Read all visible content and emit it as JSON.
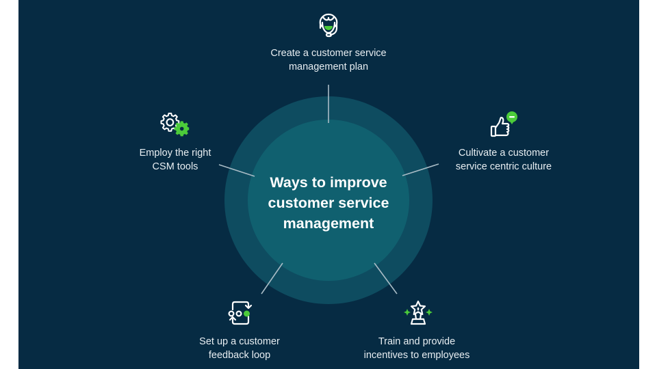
{
  "colors": {
    "background": "#062b43",
    "outer_ring": "#0e4c60",
    "inner_circle": "#10606f",
    "accent_green": "#4ccb3a",
    "line": "#a9bcc6",
    "text": "#e8eef2"
  },
  "center": {
    "title_line1": "Ways to improve",
    "title_line2": "customer service",
    "title_line3": "management"
  },
  "items": [
    {
      "id": "plan",
      "icon": "headset-agent-icon",
      "line1": "Create a customer service",
      "line2": "management plan"
    },
    {
      "id": "culture",
      "icon": "thumbs-up-chat-icon",
      "line1": "Cultivate a customer",
      "line2": "service centric culture"
    },
    {
      "id": "incentives",
      "icon": "trophy-star-icon",
      "line1": "Train and provide",
      "line2": "incentives to employees"
    },
    {
      "id": "feedback",
      "icon": "feedback-loop-icon",
      "line1": "Set up a customer",
      "line2": "feedback loop"
    },
    {
      "id": "tools",
      "icon": "gears-icon",
      "line1": "Employ the right",
      "line2": "CSM tools"
    }
  ]
}
